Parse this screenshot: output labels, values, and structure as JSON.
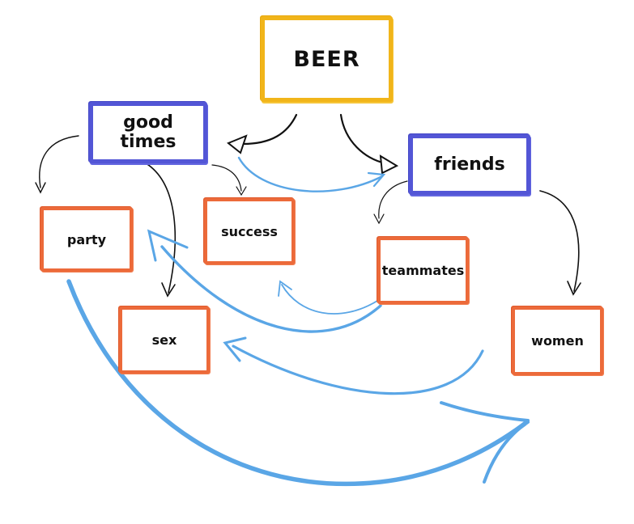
{
  "nodes": {
    "beer": "BEER",
    "good_times": "good\ntimes",
    "friends": "friends",
    "party": "party",
    "success": "success",
    "sex": "sex",
    "teammates": "teammates",
    "women": "women"
  },
  "colors": {
    "root": "#f1b51a",
    "category": "#5356d6",
    "leaf": "#ec6a3a",
    "cross_link": "#5aa6e6",
    "hierarchy": "#111111"
  }
}
